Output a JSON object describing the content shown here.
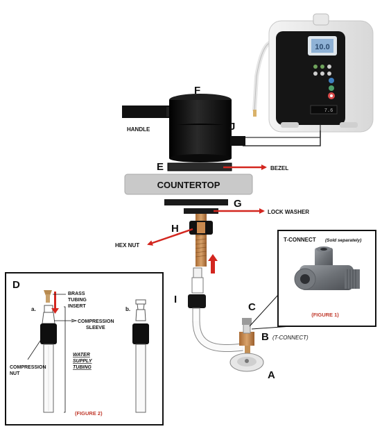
{
  "labels": {
    "F": "F",
    "J": "J",
    "E": "E",
    "G": "G",
    "H": "H",
    "I": "I",
    "C": "C",
    "B": "B",
    "A": "A",
    "D": "D",
    "handle": "HANDLE",
    "bezel": "BEZEL",
    "countertop": "COUNTERTOP",
    "lock_washer": "LOCK WASHER",
    "hex_nut": "HEX NUT",
    "t_connect_b": "(T-CONNECT)"
  },
  "t_connect_box": {
    "title": "T-CONNECT",
    "note": "(Sold separately)",
    "caption": "(FIGURE  1)"
  },
  "figure2": {
    "sub_a": "a.",
    "sub_b": "b.",
    "brass_line1": "BRASS",
    "brass_line2": "TUBING",
    "brass_line3": "INSERT",
    "sleeve_line1": "COMPRESSION",
    "sleeve_line2": "SLEEVE",
    "nut_line1": "COMPRESSION",
    "nut_line2": "NUT",
    "water_line1": "WATER",
    "water_line2": "SUPPLY",
    "water_line3": "TUBING",
    "caption": "(FIGURE 2)"
  },
  "ionizer_display": {
    "screen_value": "10.0",
    "bottom_readout": "7.6"
  },
  "colors": {
    "arrow_red": "#d3261f",
    "brass": "#c8894f",
    "countertop_gray": "#c9c9c9",
    "faucet_black": "#141414"
  }
}
